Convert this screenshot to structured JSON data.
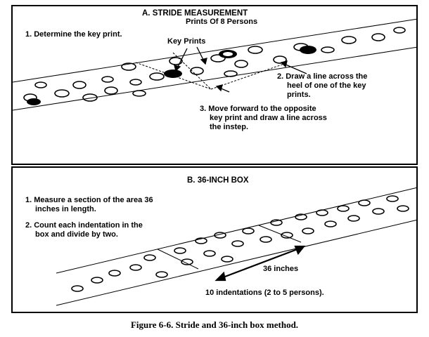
{
  "panel_a": {
    "title": "A.  STRIDE MEASUREMENT",
    "subtitle": "Prints Of 8 Persons",
    "step1": "1. Determine the key print.",
    "key_prints_label": "Key Prints",
    "step2_line1": "2. Draw a line across the",
    "step2_line2": "heel of one of the key",
    "step2_line3": "prints.",
    "step3_line1": "3. Move forward to the opposite",
    "step3_line2": "key print and draw a line across",
    "step3_line3": "the instep."
  },
  "panel_b": {
    "title": "B. 36-INCH BOX",
    "step1_line1": "1. Measure a section of the area 36",
    "step1_line2": "inches in length.",
    "step2_line1": "2. Count each indentation in the",
    "step2_line2": "box and divide by two.",
    "measure_label": "36 inches",
    "count_label": "10 indentations (2 to 5 persons)."
  },
  "caption": "Figure 6-6. Stride and 36-inch box method."
}
